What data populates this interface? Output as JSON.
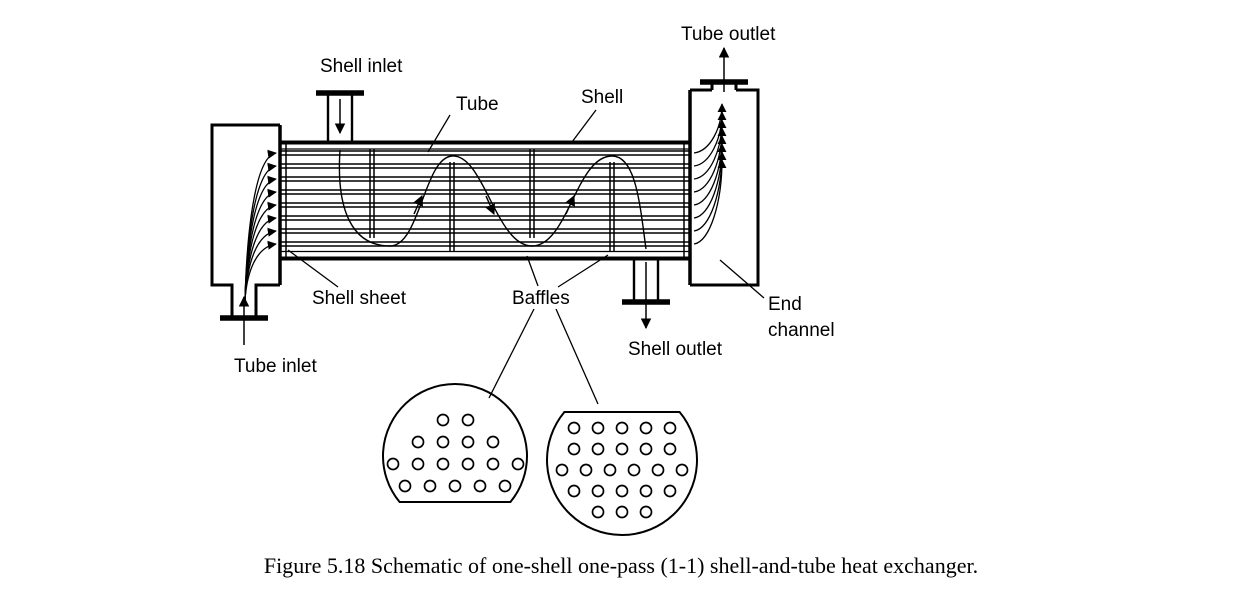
{
  "diagram": {
    "labels": {
      "shell_inlet": "Shell inlet",
      "tube": "Tube",
      "shell": "Shell",
      "tube_outlet": "Tube outlet",
      "shell_sheet": "Shell sheet",
      "baffles": "Baffles",
      "shell_outlet": "Shell outlet",
      "end_channel_line1": "End",
      "end_channel_line2": "channel",
      "tube_inlet": "Tube inlet"
    },
    "colors": {
      "ink": "#000000",
      "background": "#ffffff"
    }
  },
  "caption": "Figure 5.18 Schematic of one-shell one-pass (1-1) shell-and-tube heat exchanger."
}
